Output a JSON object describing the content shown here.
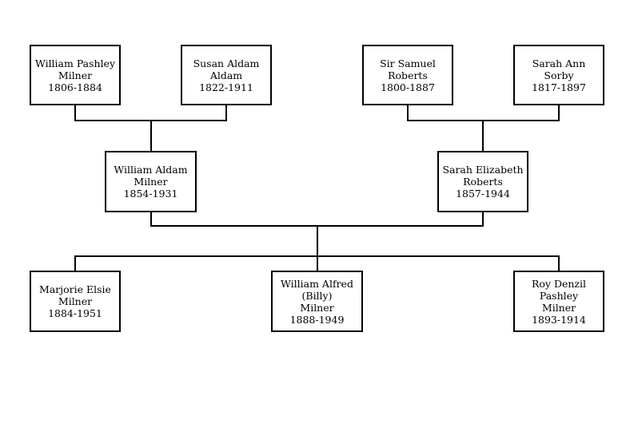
{
  "tree": {
    "people": {
      "william_pashley_milner": {
        "lines": [
          "William Pashley",
          "Milner",
          "1806-1884"
        ]
      },
      "susan_aldam_aldam": {
        "lines": [
          "Susan Aldam",
          "Aldam",
          "1822-1911"
        ]
      },
      "sir_samuel_roberts": {
        "lines": [
          "Sir Samuel",
          "Roberts",
          "1800-1887"
        ]
      },
      "sarah_ann_sorby": {
        "lines": [
          "Sarah Ann",
          "Sorby",
          "1817-1897"
        ]
      },
      "william_aldam_milner": {
        "lines": [
          "William Aldam",
          "Milner",
          "1854-1931"
        ]
      },
      "sarah_elizabeth_roberts": {
        "lines": [
          "Sarah Elizabeth",
          "Roberts",
          "1857-1944"
        ]
      },
      "marjorie_elsie_milner": {
        "lines": [
          "Marjorie Elsie",
          "Milner",
          "1884-1951"
        ]
      },
      "william_alfred_billy_milner": {
        "lines": [
          "William Alfred",
          "(Billy)",
          "Milner",
          "1888-1949"
        ]
      },
      "roy_denzil_pashley_milner": {
        "lines": [
          "Roy Denzil",
          "Pashley",
          "Milner",
          "1893-1914"
        ]
      }
    }
  }
}
